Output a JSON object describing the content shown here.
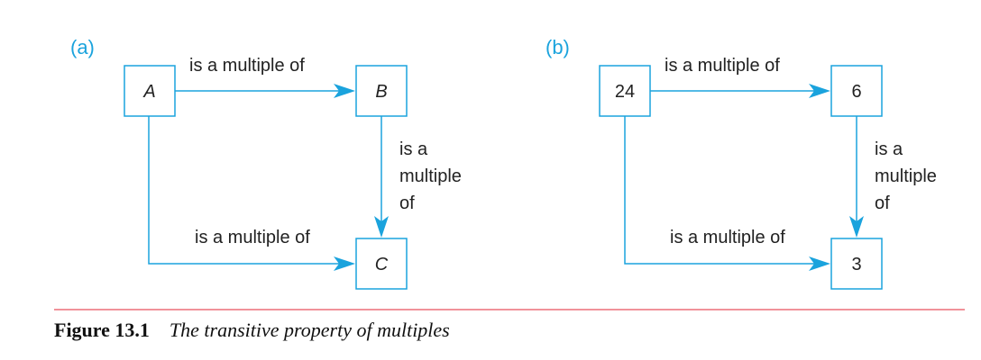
{
  "figure": {
    "number": "Figure 13.1",
    "title": "The transitive property of multiples"
  },
  "panels": [
    {
      "label": "(a)",
      "nodes": {
        "top_left": "A",
        "top_right": "B",
        "bottom_right": "C"
      },
      "italic_nodes": true,
      "edges": {
        "top": "is a multiple of",
        "right": [
          "is a",
          "multiple",
          "of"
        ],
        "bottom": "is a multiple of"
      }
    },
    {
      "label": "(b)",
      "nodes": {
        "top_left": "24",
        "top_right": "6",
        "bottom_right": "3"
      },
      "italic_nodes": false,
      "edges": {
        "top": "is a multiple of",
        "right": [
          "is a",
          "multiple",
          "of"
        ],
        "bottom": "is a multiple of"
      }
    }
  ],
  "colors": {
    "accent": "#1aa3dd",
    "rule": "#e32636",
    "text": "#222222"
  }
}
